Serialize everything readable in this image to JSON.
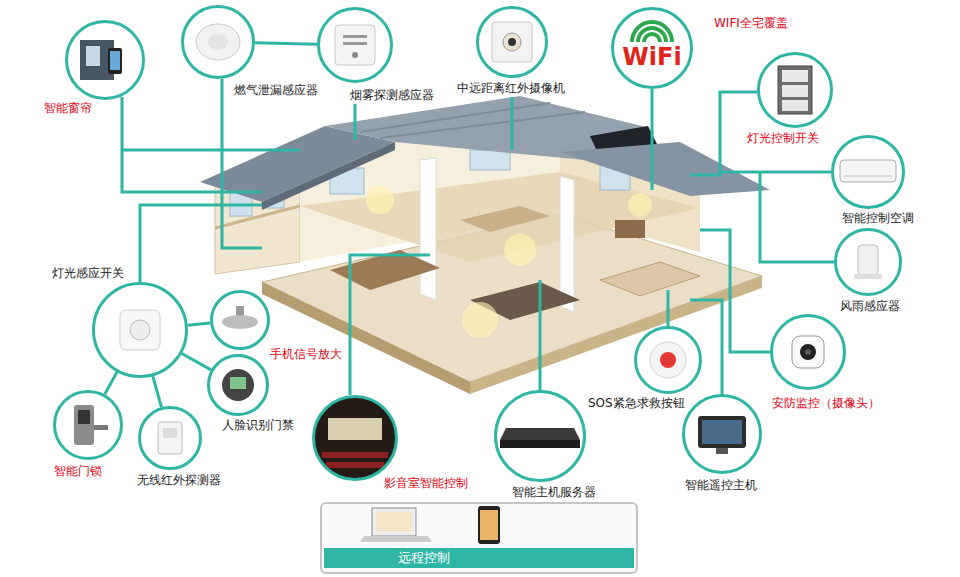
{
  "diagram": {
    "nodes": [
      {
        "text": [
          "智能窗帘"
        ]
      },
      {
        "text": [
          "燃气泄漏感应器"
        ]
      },
      {
        "text": [
          "烟雾探测感应器"
        ]
      },
      {
        "text": [
          "中远距离红外摄像机"
        ]
      },
      {
        "text": [
          "WiFi",
          "WIFI全宅覆盖"
        ]
      },
      {
        "text": [
          "灯光控制开关"
        ]
      },
      {
        "text": [
          "智能控制空调"
        ]
      },
      {
        "text": [
          "风雨感应器"
        ]
      },
      {
        "text": [
          "安防监控（摄像头）"
        ]
      },
      {
        "text": [
          "智能遥控主机"
        ]
      },
      {
        "text": [
          "SOS紧急求救按钮"
        ]
      },
      {
        "text": [
          "智能主机服务器"
        ]
      },
      {
        "text": [
          "影音室智能控制"
        ]
      },
      {
        "text": [
          "灯光感应开关"
        ]
      },
      {
        "text": [
          "手机信号放大"
        ]
      },
      {
        "text": [
          "人脸识别门禁"
        ]
      },
      {
        "text": [
          "无线红外探测器"
        ]
      },
      {
        "text": [
          "智能门锁"
        ]
      },
      {
        "text": [
          "远程控制"
        ]
      }
    ],
    "edges": [
      {
        "from": 13,
        "to": 14,
        "arrow": "none"
      },
      {
        "from": 13,
        "to": 15,
        "arrow": "none"
      },
      {
        "from": 13,
        "to": 16,
        "arrow": "none"
      },
      {
        "from": 13,
        "to": 17,
        "arrow": "none"
      },
      {
        "from": 1,
        "to": 2,
        "arrow": "none"
      }
    ]
  }
}
